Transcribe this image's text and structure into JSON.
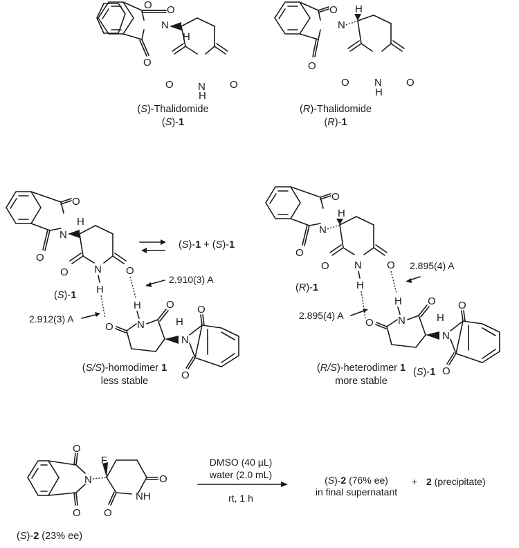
{
  "top": {
    "s_thalidomide": {
      "name_prefix": "(",
      "name_config": "S",
      "name_suffix": ")-Thalidomide",
      "id_prefix": "(",
      "id_config": "S",
      "id_mid": ")-",
      "id_num": "1"
    },
    "r_thalidomide": {
      "name_prefix": "(",
      "name_config": "R",
      "name_suffix": ")-Thalidomide",
      "id_prefix": "(",
      "id_config": "R",
      "id_mid": ")-",
      "id_num": "1"
    }
  },
  "homodimer": {
    "equilibrium_text": {
      "a_config": "S",
      "a_num": "1",
      "plus": " + ",
      "b_config": "S",
      "b_num": "1"
    },
    "monomer_label": {
      "config": "S",
      "num": "1"
    },
    "hbond_1": "2.910(3) A",
    "hbond_2": "2.912(3) A",
    "title": {
      "config": "S/S",
      "suffix": ")-homodimer ",
      "num": "1"
    },
    "stability": "less stable"
  },
  "heterodimer": {
    "monomer_r_label": {
      "config": "R",
      "num": "1"
    },
    "monomer_s_label": {
      "config": "S",
      "num": "1"
    },
    "hbond_1": "2.895(4) A",
    "hbond_2": "2.895(4) A",
    "title": {
      "config": "R/S",
      "suffix": ")-heterodimer ",
      "num": "1"
    },
    "stability": "more stable"
  },
  "reaction": {
    "reactant": {
      "config": "S",
      "num": "2",
      "ee": " (23% ee)"
    },
    "conditions_above": [
      "DMSO (40 µL)",
      "water (2.0 mL)"
    ],
    "conditions_below": "rt, 1 h",
    "product": {
      "config": "S",
      "num": "2",
      "ee": " (76% ee)",
      "note": "in final supernatant"
    },
    "plus": "+",
    "byproduct": {
      "num": "2",
      "note": " (precipitate)"
    }
  },
  "atoms": {
    "O": "O",
    "N": "N",
    "H": "H",
    "NH": "NH",
    "F": "F"
  }
}
